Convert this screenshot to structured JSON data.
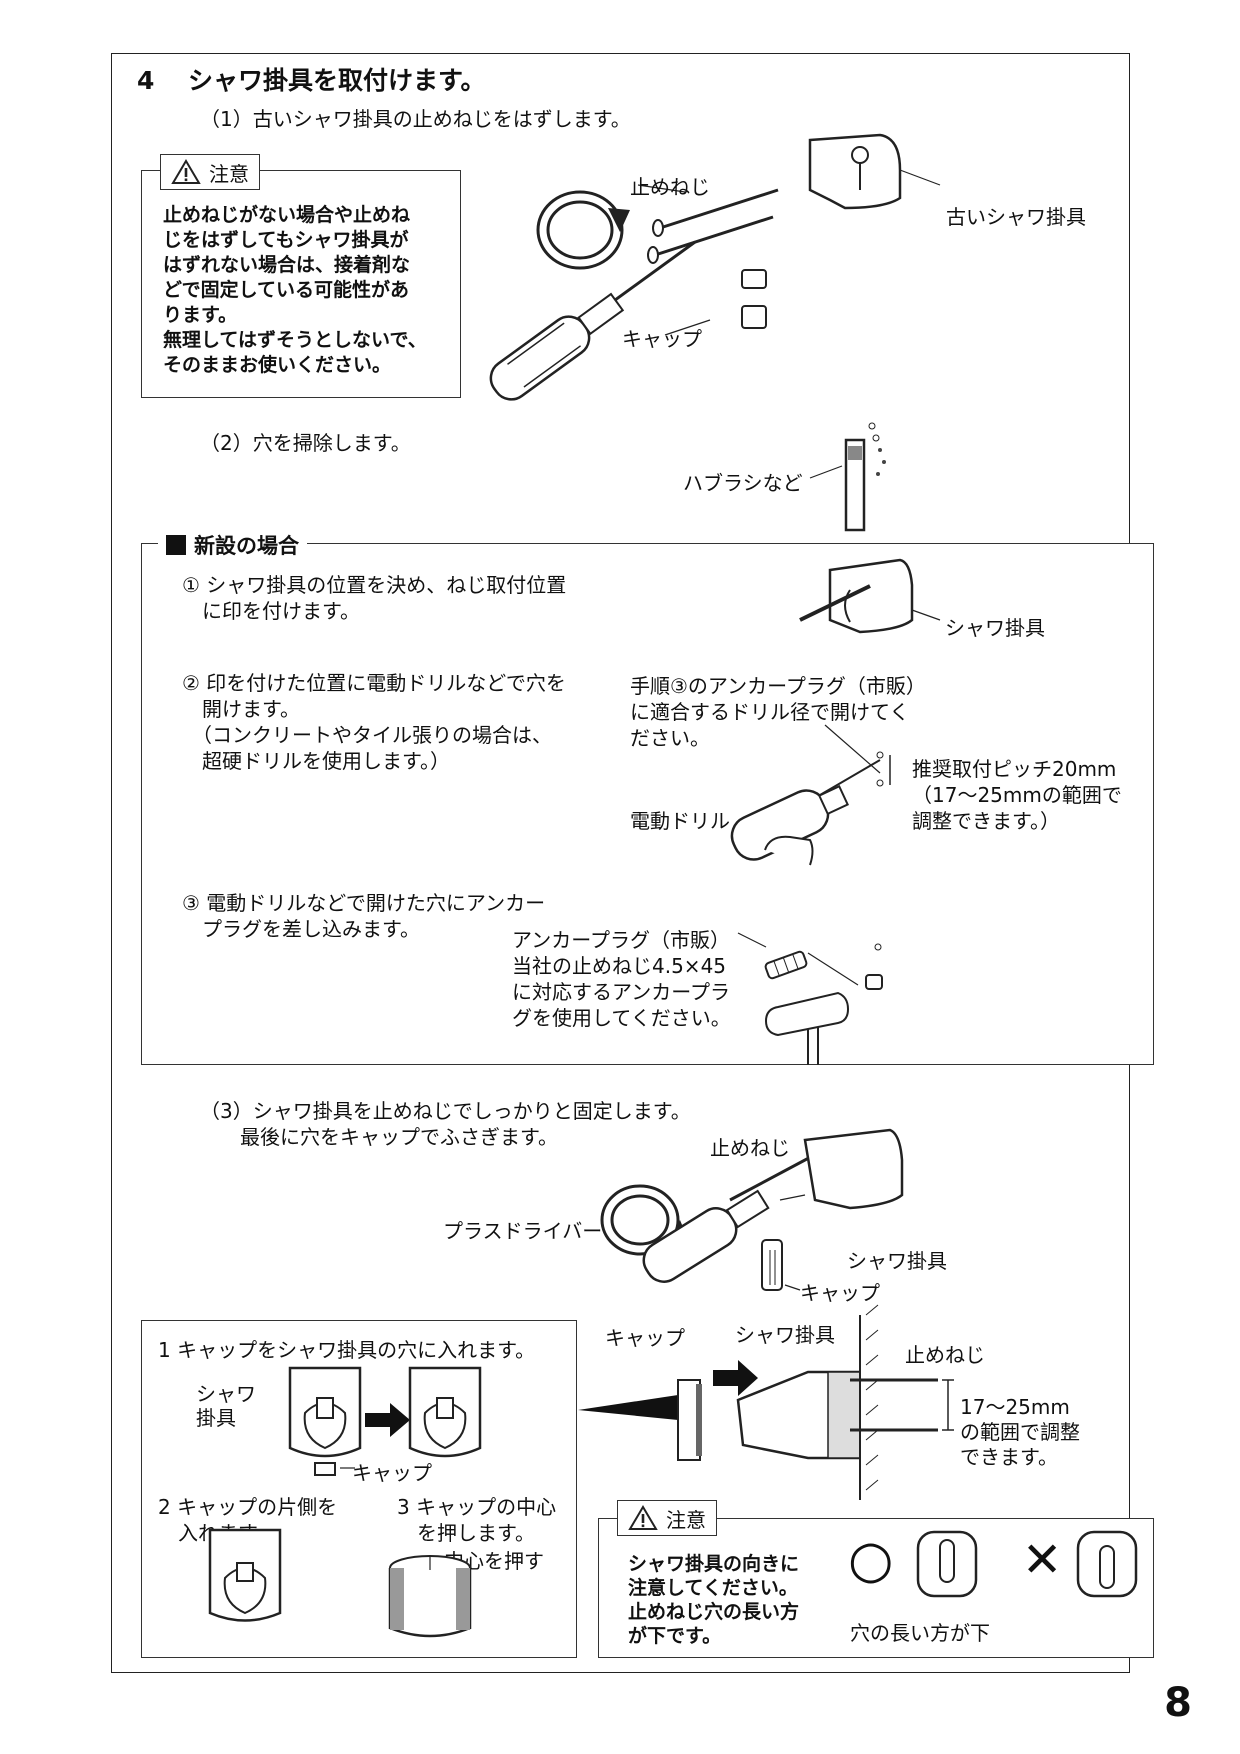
{
  "step": {
    "number": "4",
    "title": "シャワ掛具を取付けます。"
  },
  "sub1": {
    "label": "（1）古いシャワ掛具の止めねじをはずします。"
  },
  "caution1": {
    "tag": "注意",
    "text": "止めねじがない場合や止めね\nじをはずしてもシャワ掛具が\nはずれない場合は、接着剤な\nどで固定している可能性があ\nります。\n無理してはずそうとしないで、\nそのままお使いください。"
  },
  "fig1": {
    "screw": "止めねじ",
    "old_holder": "古いシャワ掛具",
    "cap": "キャップ"
  },
  "sub2": {
    "label": "（2）穴を掃除します。",
    "brush": "ハブラシなど"
  },
  "new_install": {
    "title": "新設の場合",
    "step1": "① シャワ掛具の位置を決め、ねじ取付位置\n　に印を付けます。",
    "step1_fig": "シャワ掛具",
    "step2": "② 印を付けた位置に電動ドリルなどで穴を\n　開けます。\n　（コンクリートやタイル張りの場合は、\n　超硬ドリルを使用します。）",
    "drill_note": "手順③のアンカープラグ（市販）\nに適合するドリル径で開けてく\nださい。",
    "pitch_note": "推奨取付ピッチ20mm\n（17〜25mmの範囲で\n調整できます。）",
    "drill": "電動ドリル",
    "step3": "③ 電動ドリルなどで開けた穴にアンカー\n　プラグを差し込みます。",
    "anchor_note": "アンカープラグ（市販）\n当社の止めねじ4.5×45\nに対応するアンカープラ\nグを使用してください。"
  },
  "sub3": {
    "label": "（3）シャワ掛具を止めねじでしっかりと固定します。\n　　最後に穴をキャップでふさぎます。",
    "screw": "止めねじ",
    "driver": "プラスドライバー",
    "holder": "シャワ掛具",
    "cap": "キャップ"
  },
  "cap_box": {
    "step1": "1 キャップをシャワ掛具の穴に入れます。",
    "holder": "シャワ\n掛具",
    "cap": "キャップ",
    "step2": "2 キャップの片側を\n　入れます。",
    "step3": "3 キャップの中心\n　を押します。",
    "press": "中心を押す"
  },
  "section_fig": {
    "cap": "キャップ",
    "holder": "シャワ掛具",
    "screw": "止めねじ",
    "range": "17〜25mm\nの範囲で調整\nできます。"
  },
  "caution2": {
    "tag": "注意",
    "text": "シャワ掛具の向きに\n注意してください。\n止めねじ穴の長い方\nが下です。",
    "ok_mark": "○",
    "ng_mark": "✕",
    "caption": "穴の長い方が下"
  },
  "page_number": "8"
}
